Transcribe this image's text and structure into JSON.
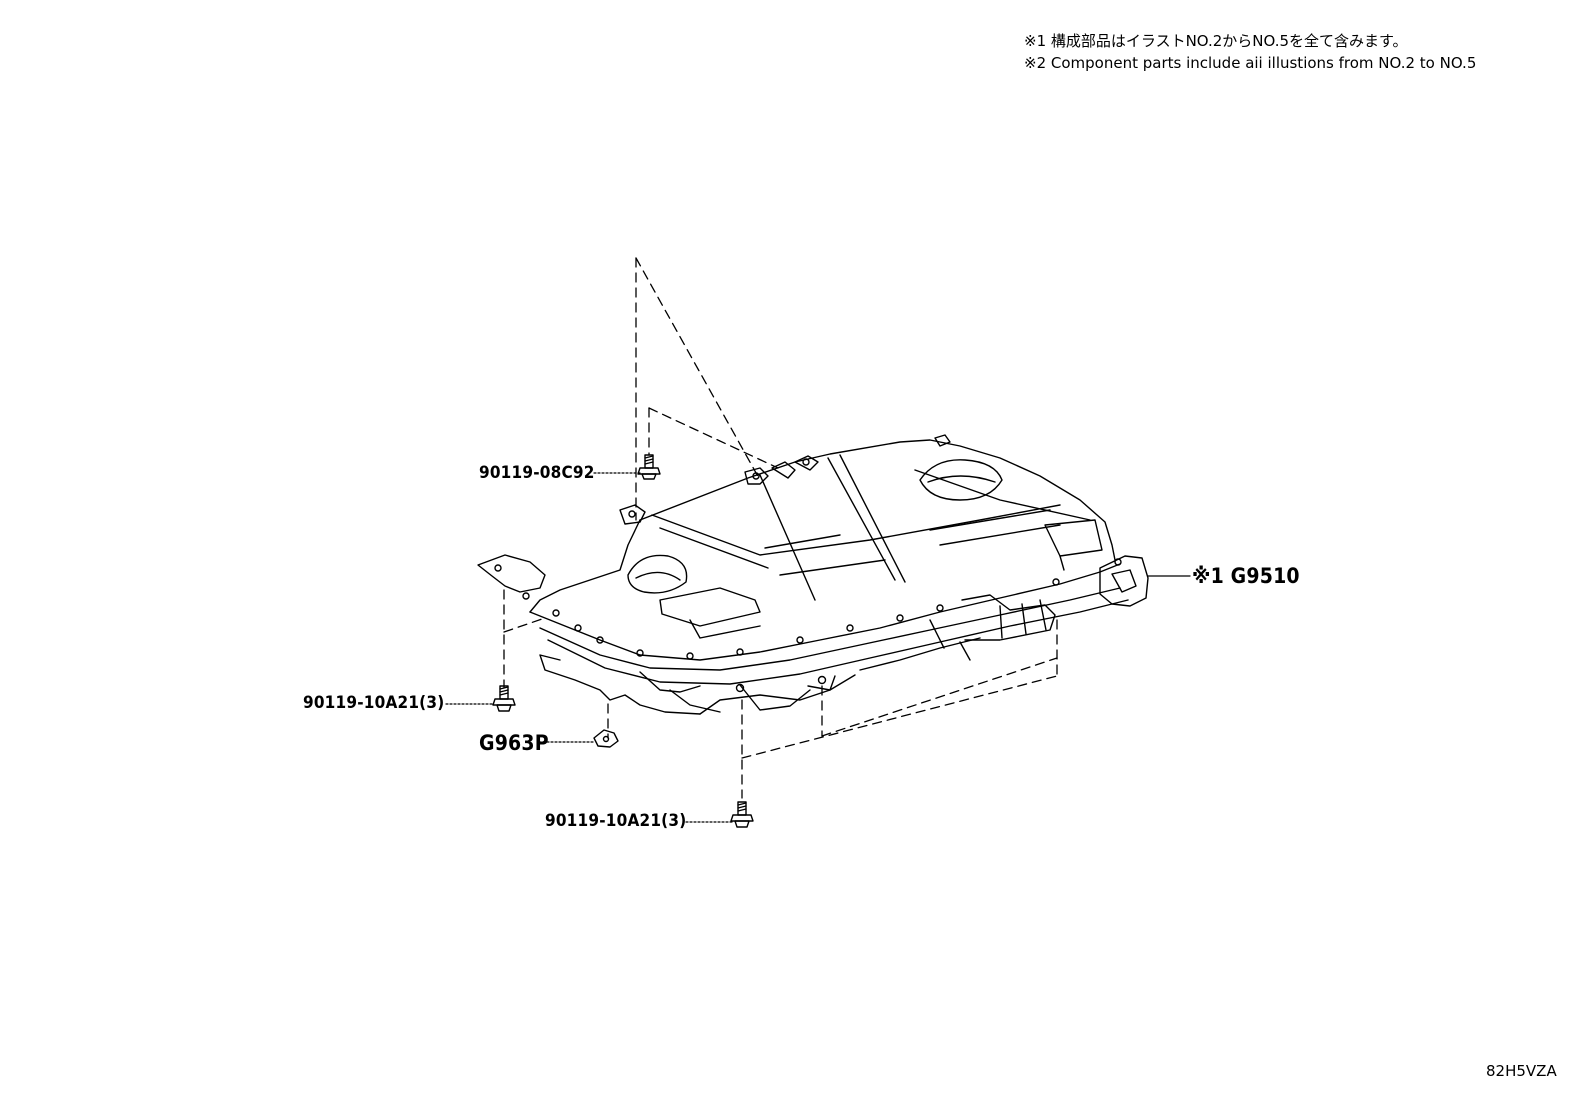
{
  "notes": {
    "note1": "※1 構成部品はイラストNO.2からNO.5を全て含みます。",
    "note2": "※2 Component parts include aii illustions from NO.2 to NO.5"
  },
  "callouts": {
    "bolt_top": "90119-08C92",
    "assembly": "※1 G9510",
    "bolt_left": "90119-10A21(3)",
    "bracket": "G963P",
    "bolt_bottom": "90119-10A21(3)"
  },
  "illustration_code": "82H5VZA",
  "colors": {
    "line": "#000000",
    "background": "#ffffff"
  }
}
